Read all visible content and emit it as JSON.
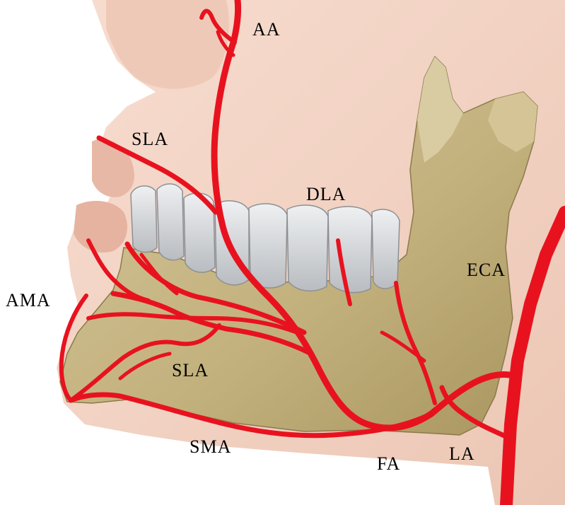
{
  "figure": {
    "subject": "mandible with arterial supply",
    "labels": {
      "aa": "AA",
      "sla_upper": "SLA",
      "dla": "DLA",
      "eca": "ECA",
      "ama": "AMA",
      "sla_lower": "SLA",
      "sma": "SMA",
      "fa": "FA",
      "la": "LA"
    },
    "colors": {
      "artery": "#e8121f",
      "bone": "#c9b98a",
      "skin": "#f2d2c3",
      "teeth": "#d6d8da",
      "label_text": "#000000"
    }
  }
}
